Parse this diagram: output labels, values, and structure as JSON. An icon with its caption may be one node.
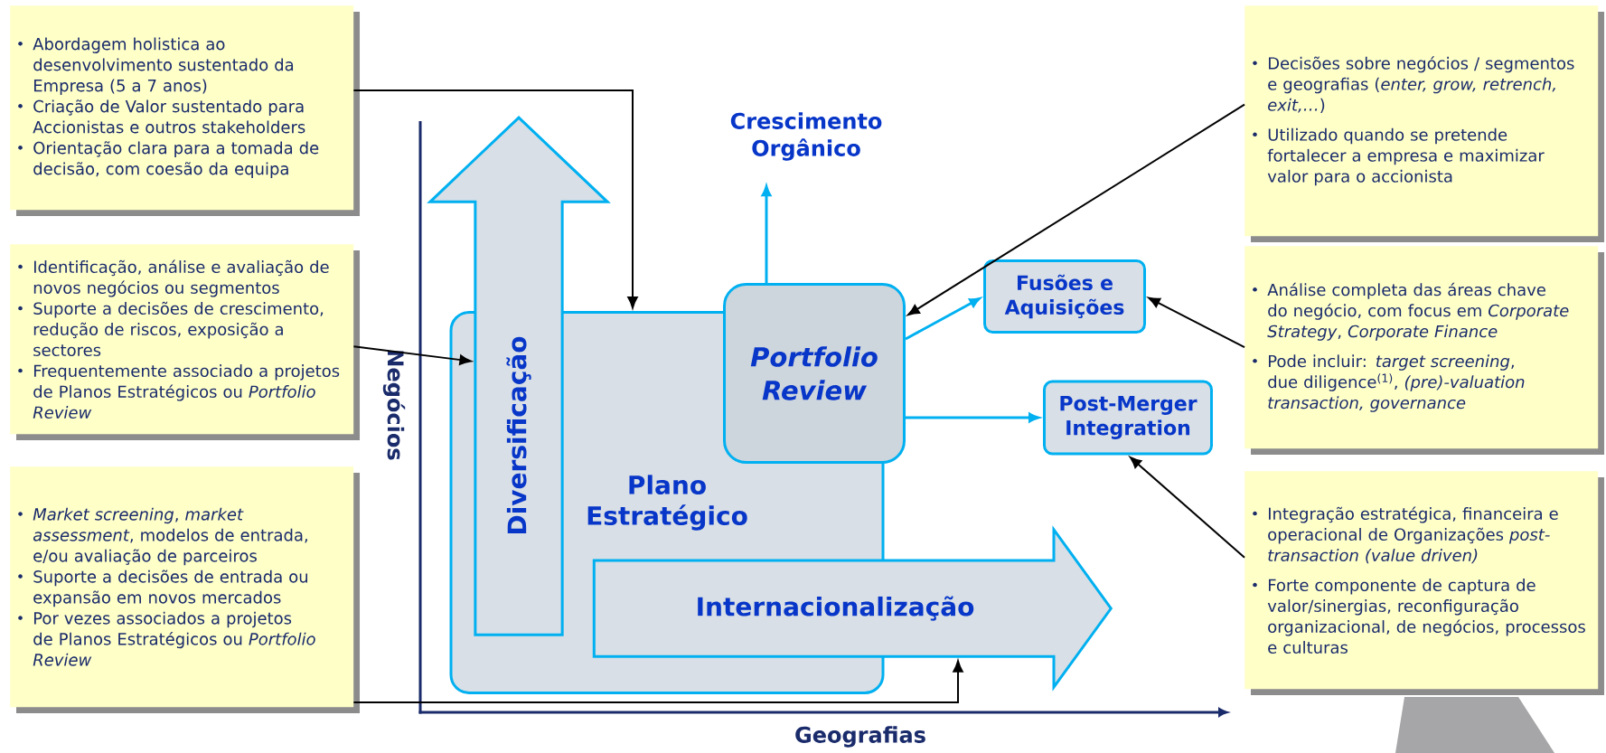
{
  "diagram": {
    "nodes": [
      {
        "text": [
          "Abordagem holistica ao desenvolvimento sustentado da Empresa (5 a 7 anos)",
          "Criação de Valor sustentado para Accionistas e outros stakeholders",
          "Orientação clara para a tomada de decisão, com coesão da equipa"
        ]
      },
      {
        "text": [
          "Identificação, análise e avaliação de novos negócios ou segmentos",
          "Suporte a decisões de crescimento, redução de riscos, exposição a sectores",
          "Frequentemente associado a projetos de Planos Estratégicos ou *Portfolio Review*"
        ]
      },
      {
        "text": [
          "*Market screening*, *market assessment*, modelos de entrada, e/ou avaliação de parceiros",
          "Suporte a decisões de entrada ou expansão em novos mercados",
          "Por vezes associados a projetos de Planos Estratégicos ou *Portfolio Review*"
        ]
      },
      {
        "text": [
          "Crescimento Orgânico"
        ]
      },
      {
        "text": [
          "Diversificação"
        ]
      },
      {
        "text": [
          "Plano Estratégico"
        ]
      },
      {
        "text": [
          "Portfolio Review"
        ]
      },
      {
        "text": [
          "Fusões e Aquisições"
        ]
      },
      {
        "text": [
          "Post-Merger Integration"
        ]
      },
      {
        "text": [
          "Internacionalização"
        ]
      },
      {
        "text": [
          "Decisões sobre negócios / segmentos e geografias (*enter, grow, retrench, exit,…*)",
          "Utilizado quando se pretende fortalecer a empresa e maximizar valor para o accionista"
        ]
      },
      {
        "text": [
          "Análise completa das áreas chave do negócio, com focus em *Corporate Strategy*, *Corporate Finance*",
          "Pode incluir: *target screening*, due diligence$^{(1)}$, *(pre)-valuation transaction, governance*"
        ]
      },
      {
        "text": [
          "Integração estratégica, financeira e operacional de Organizações *post-transaction (value driven)*",
          "Forte componente de captura de valor/sinergias, reconfiguração organizacional, de negócios, processos e culturas"
        ]
      },
      {
        "text": [],
        "shape": "trapezoid"
      }
    ],
    "edges": [
      {
        "from": 0,
        "to": 5,
        "arrow": "to"
      },
      {
        "from": 1,
        "to": 4,
        "arrow": "to"
      },
      {
        "from": 2,
        "to": 9,
        "arrow": "to"
      },
      {
        "from": 6,
        "to": 3,
        "arrow": "to",
        "color": "#00b0f0"
      },
      {
        "from": 6,
        "to": 7,
        "arrow": "to",
        "color": "#00b0f0"
      },
      {
        "from": 6,
        "to": 8,
        "arrow": "to",
        "color": "#00b0f0"
      },
      {
        "from": 10,
        "to": 6,
        "arrow": "to"
      },
      {
        "from": 11,
        "to": 7,
        "arrow": "to"
      },
      {
        "from": 12,
        "to": 8,
        "arrow": "to"
      }
    ],
    "labels": [
      "Negócios",
      "Geografias"
    ]
  }
}
